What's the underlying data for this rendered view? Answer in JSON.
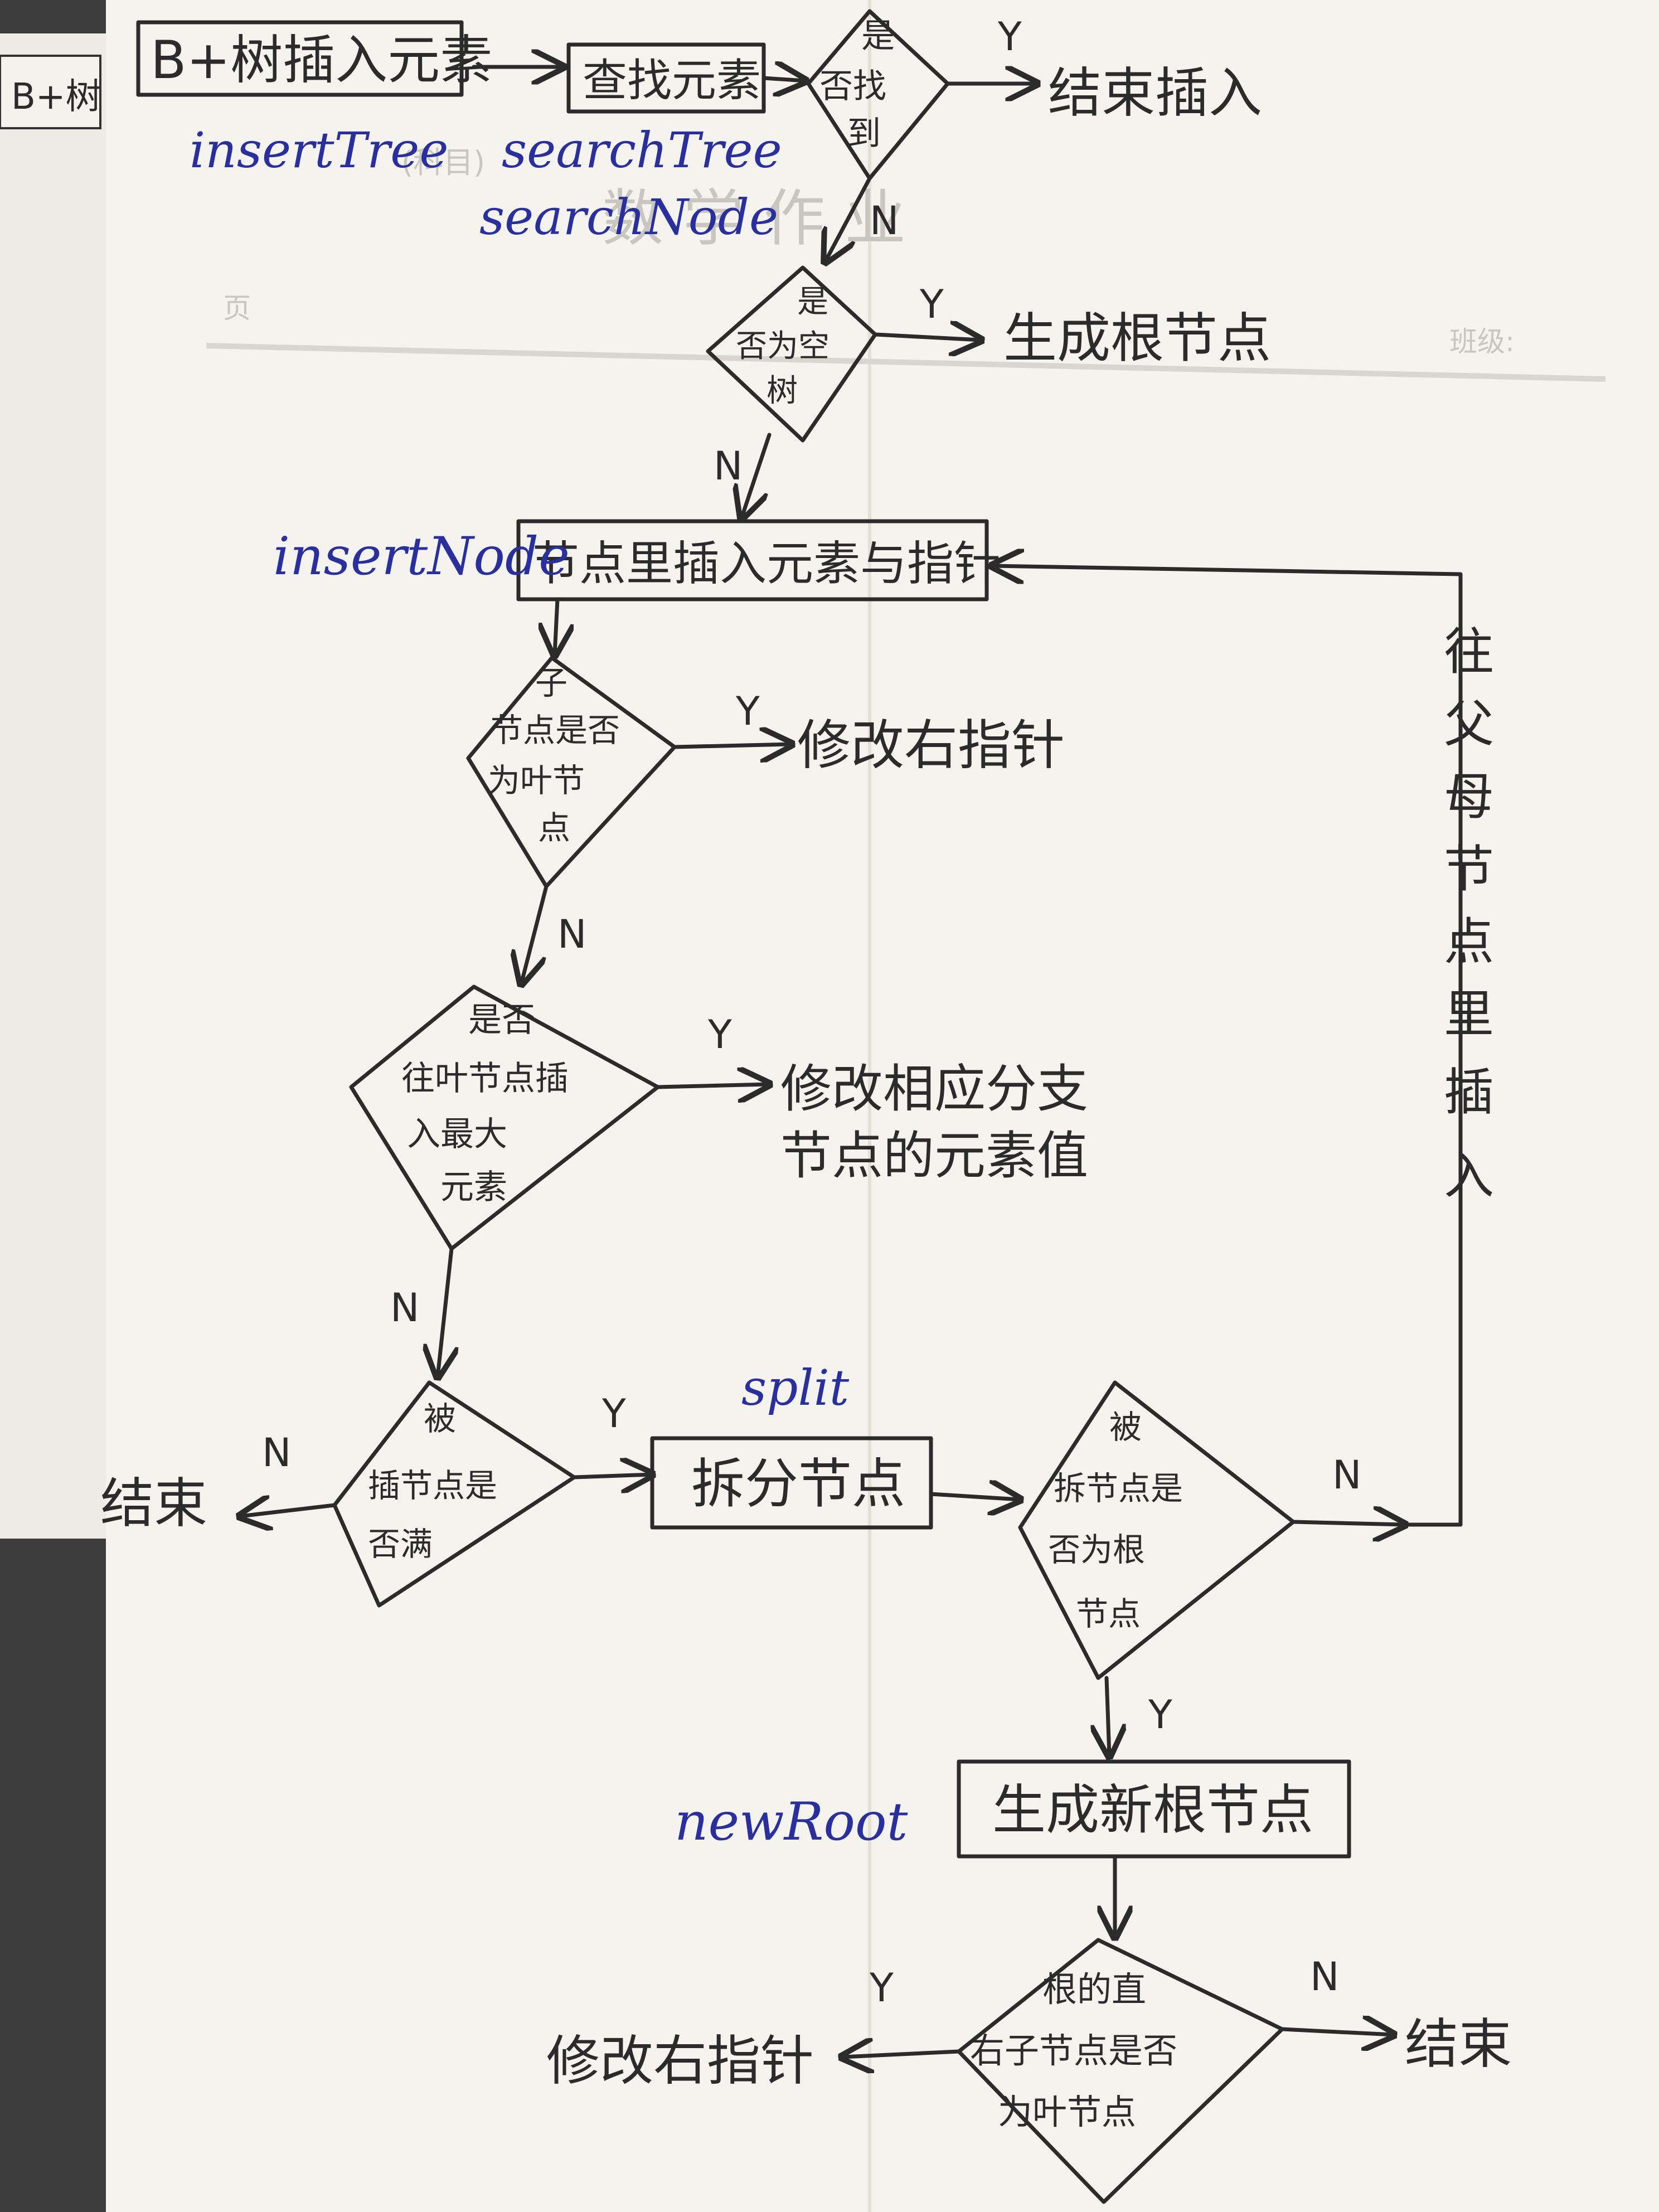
{
  "nodes": {
    "start": "B+树插入元素",
    "find": "查找元素",
    "is_found": [
      "是",
      "否找",
      "到"
    ],
    "end_insert": "结束插入",
    "is_empty": [
      "是",
      "否为空",
      "树"
    ],
    "gen_root": "生成根节点",
    "insert_node": "节点里插入元素与指针",
    "is_leaf": [
      "子",
      "节点是否",
      "为叶节",
      "点"
    ],
    "mod_right_1": "修改右指针",
    "is_max": [
      "是否",
      "往叶节点插",
      "入最大",
      "元素"
    ],
    "mod_value": [
      "修改相应分支",
      "节点的元素值"
    ],
    "is_full": [
      "被",
      "插节点是",
      "否满"
    ],
    "split": "拆分节点",
    "end_1": "结束",
    "is_root": [
      "被",
      "拆节点是",
      "否为根",
      "节点"
    ],
    "parent_insert": [
      "往",
      "父",
      "母",
      "节",
      "点",
      "里",
      "插",
      "入"
    ],
    "new_root": "生成新根节点",
    "root_child_leaf": [
      "根的直",
      "右子节点是否",
      "为叶节点"
    ],
    "mod_right_2": "修改右指针",
    "end_2": "结束"
  },
  "functions": {
    "insert_tree": "insertTree",
    "search_tree": "searchTree",
    "search_node": "searchNode",
    "insert_node": "insertNode",
    "split": "split",
    "new_root": "newRoot"
  },
  "labels": {
    "yes": "Y",
    "no": "N"
  },
  "paper": {
    "course_label": "(科目)",
    "title": "数 学 作 业",
    "page_label": "页",
    "class_label": "班级:",
    "tab": "B+树"
  },
  "colors": {
    "ink": "#2b2b2b",
    "function_ink": "#2a2f9e",
    "paper": "#f5f3ee"
  }
}
